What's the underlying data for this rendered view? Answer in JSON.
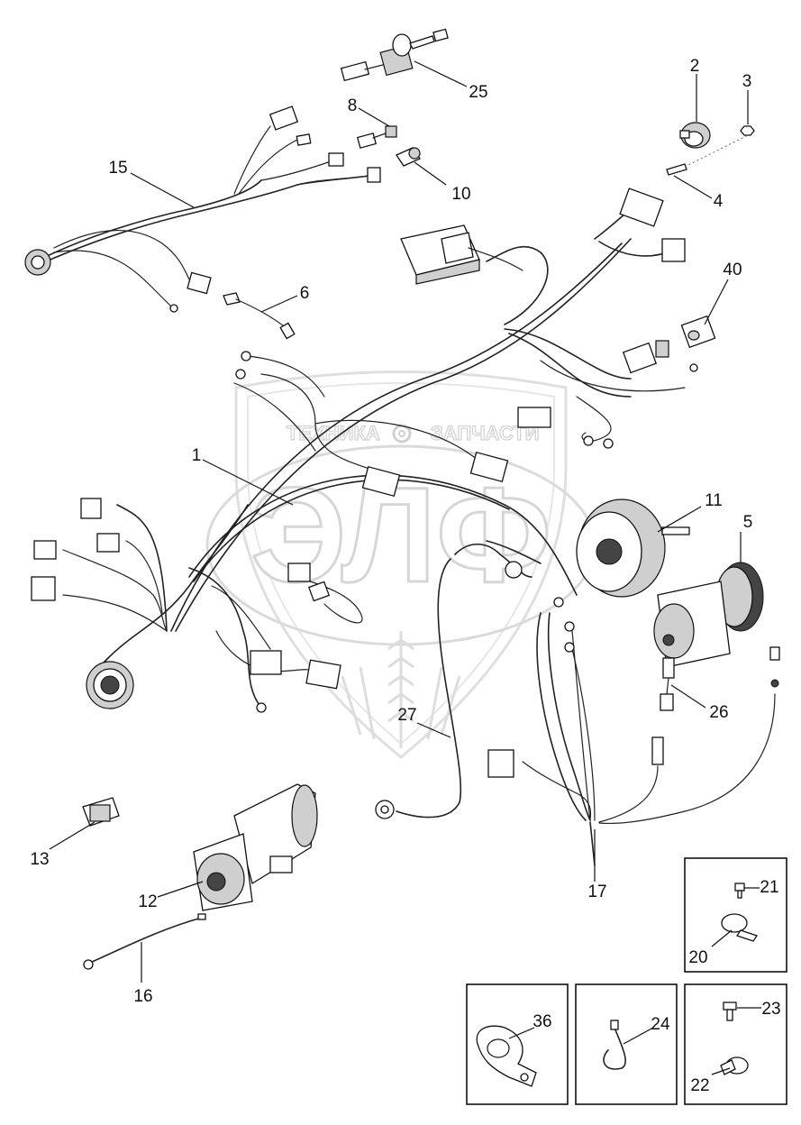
{
  "watermark": {
    "left_word": "ТЕХНИКА",
    "right_word": "ЗАПЧАСТИ",
    "letters": "ЭЛФ"
  },
  "callouts": {
    "c1": "1",
    "c2": "2",
    "c3": "3",
    "c4": "4",
    "c5": "5",
    "c6": "6",
    "c8": "8",
    "c10": "10",
    "c11": "11",
    "c12": "12",
    "c13": "13",
    "c15": "15",
    "c16": "16",
    "c17": "17",
    "c20": "20",
    "c21": "21",
    "c22": "22",
    "c23": "23",
    "c24": "24",
    "c25": "25",
    "c26": "26",
    "c27": "27",
    "c36": "36",
    "c40": "40"
  }
}
